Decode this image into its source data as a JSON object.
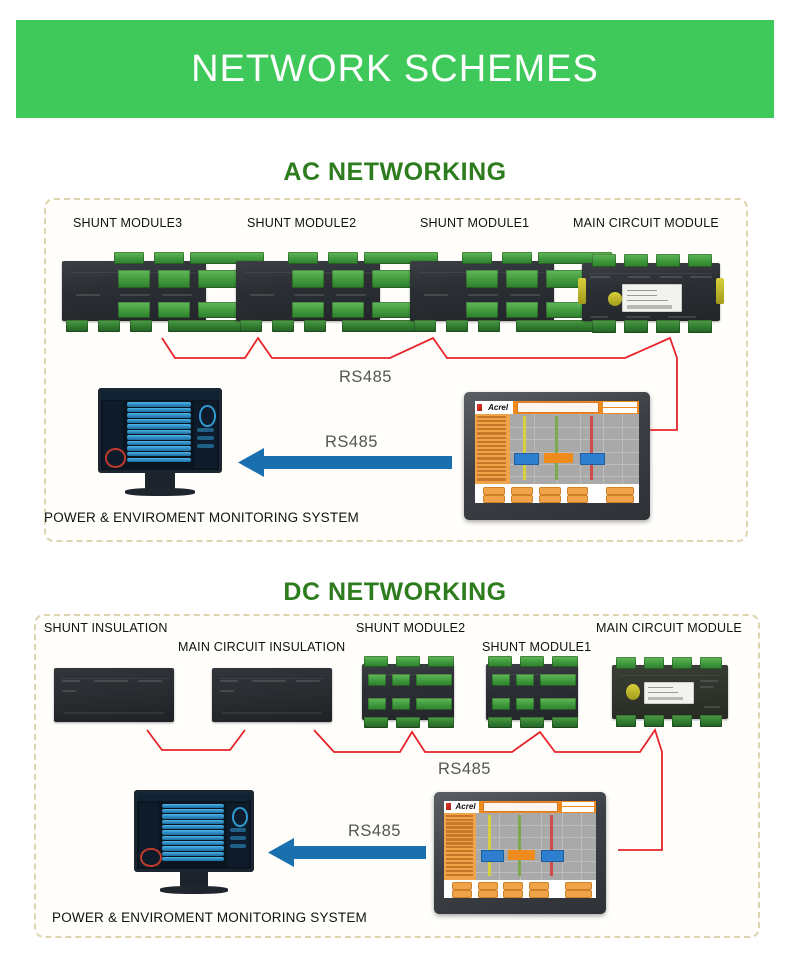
{
  "banner": {
    "title": "NETWORK SCHEMES",
    "bg": "#3fc95a",
    "text_color": "#ffffff"
  },
  "theme": {
    "heading_color": "#2d7d1f",
    "panel_border": "#ddd4b0",
    "bus_line": "#e8232a",
    "arrow": "#1a6faf",
    "rs485_label_color": "#555555"
  },
  "sections": [
    {
      "id": "ac",
      "heading": "AC NETWORKING",
      "devices": [
        {
          "label": "SHUNT MODULE3"
        },
        {
          "label": "SHUNT MODULE2"
        },
        {
          "label": "SHUNT MODULE1"
        },
        {
          "label": "MAIN CIRCUIT MODULE"
        }
      ],
      "bus_label": "RS485",
      "link_label": "RS485",
      "system_label": "POWER & ENVIROMENT MONITORING SYSTEM",
      "hmi_brand": "Acrel"
    },
    {
      "id": "dc",
      "heading": "DC NETWORKING",
      "devices": [
        {
          "label": "SHUNT INSULATION"
        },
        {
          "label": "MAIN CIRCUIT INSULATION"
        },
        {
          "label": "SHUNT MODULE2"
        },
        {
          "label": "SHUNT MODULE1"
        },
        {
          "label": "MAIN CIRCUIT MODULE"
        }
      ],
      "bus_label": "RS485",
      "link_label": "RS485",
      "system_label": "POWER & ENVIROMENT MONITORING SYSTEM",
      "hmi_brand": "Acrel"
    }
  ]
}
